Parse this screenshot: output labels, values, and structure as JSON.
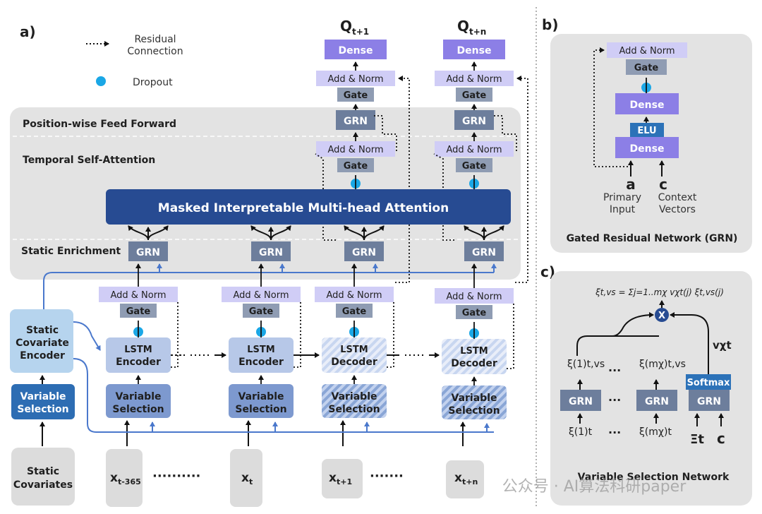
{
  "panel_labels": {
    "a": "a)",
    "b": "b)",
    "c": "c)"
  },
  "legend": {
    "residual_line1": "Residual",
    "residual_line2": "Connection",
    "dropout": "Dropout"
  },
  "outputs": {
    "q1_main": "Q",
    "q1_sub": "t+1",
    "qn_main": "Q",
    "qn_sub": "t+n"
  },
  "blocks": {
    "dense": "Dense",
    "add_norm": "Add & Norm",
    "gate": "Gate",
    "grn": "GRN",
    "elu": "ELU",
    "softmax": "Softmax",
    "attention": "Masked Interpretable Multi-head Attention",
    "lstm_enc_1": "LSTM",
    "lstm_enc_2": "Encoder",
    "lstm_dec_1": "LSTM",
    "lstm_dec_2": "Decoder",
    "varsel_1": "Variable",
    "varsel_2": "Selection",
    "sce_1": "Static",
    "sce_2": "Covariate",
    "sce_3": "Encoder",
    "static_cov_1": "Static",
    "static_cov_2": "Covariates"
  },
  "layers": {
    "position_ff": "Position-wise Feed Forward",
    "temporal_sa": "Temporal Self-Attention",
    "static_enrichment": "Static Enrichment"
  },
  "inputs": {
    "x1_main": "x",
    "x1_sub": "t-365",
    "x2_main": "x",
    "x2_sub": "t",
    "x3_main": "x",
    "x3_sub": "t+1",
    "x4_main": "x",
    "x4_sub": "t+n",
    "dots_long": "··········",
    "dots_short": "·······"
  },
  "grn_panel": {
    "a_symbol": "a",
    "c_symbol": "c",
    "primary_1": "Primary",
    "primary_2": "Input",
    "context_1": "Context",
    "context_2": "Vectors",
    "title": "Gated Residual Network (GRN)"
  },
  "vsn_panel": {
    "title": "Variable Selection Network",
    "formula": "ξt,vs = Σj=1..mχ vχt(j) ξt,vs(j)",
    "x_symbol": "X",
    "v_label": "vχt",
    "xi_vs_1": "ξ(1)t,vs",
    "xi_vs_m": "ξ(mχ)t,vs",
    "xi_1": "ξ(1)t",
    "xi_m": "ξ(mχ)t",
    "Xi_label": "Ξt",
    "c_label": "c",
    "ellipsis": "···"
  },
  "watermark": "公众号 · AI算法科研paper",
  "colors": {
    "dense": "#8c7fe6",
    "add_norm": "#d0cdf6",
    "gate": "#8f9cb3",
    "grn": "#6d7e9c",
    "attention": "#274b92",
    "lstm": "#b7c8e8",
    "varsel": "#7d99cf",
    "varsel_dark": "#2d6db3",
    "sce": "#b6d4ee",
    "panel_bg": "#e3e3e3",
    "dropout": "#1aa7e6",
    "blue_line": "#4a78cc",
    "elu": "#2c72b8",
    "softmax": "#2c72b8"
  }
}
